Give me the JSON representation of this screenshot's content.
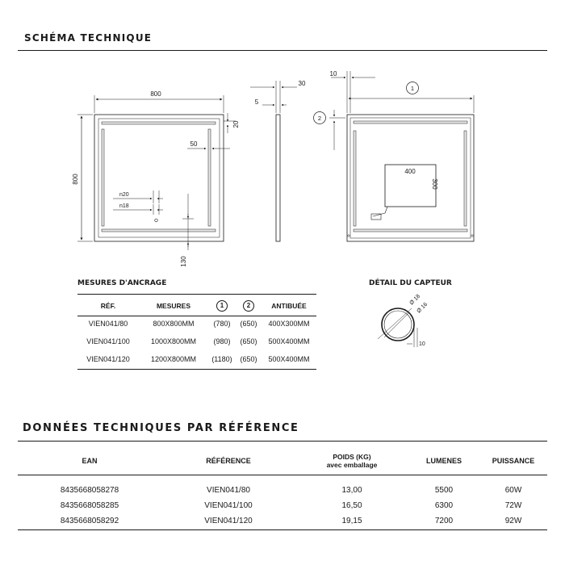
{
  "schema": {
    "title": "SCHÉMA TECHNIQUE",
    "front": {
      "width_label": "800",
      "height_label": "800",
      "top_gap_label": "20",
      "side_gap_label": "50",
      "n20_label": "n20",
      "n18_label": "n18",
      "bottom_label": "130"
    },
    "side": {
      "depth_label": "30",
      "inner_label": "5"
    },
    "back": {
      "offset_label": "10",
      "marker1": "1",
      "marker2": "2",
      "plate_w_label": "400",
      "plate_h_label": "300"
    }
  },
  "anchorage": {
    "title": "MESURES D'ANCRAGE",
    "headers": {
      "ref": "RÉF.",
      "mesures": "MESURES",
      "c1": "1",
      "c2": "2",
      "antibuee": "ANTIBUÉE"
    },
    "rows": [
      {
        "ref": "VIEN041/80",
        "mesures": "800X800MM",
        "c1": "(780)",
        "c2": "(650)",
        "antibuee": "400X300MM"
      },
      {
        "ref": "VIEN041/100",
        "mesures": "1000X800MM",
        "c1": "(980)",
        "c2": "(650)",
        "antibuee": "500X400MM"
      },
      {
        "ref": "VIEN041/120",
        "mesures": "1200X800MM",
        "c1": "(1180)",
        "c2": "(650)",
        "antibuee": "500X400MM"
      }
    ]
  },
  "sensor": {
    "title": "DÉTAIL DU CAPTEUR",
    "d18": "Ø 18",
    "d16": "Ø 16",
    "depth": "10"
  },
  "tech": {
    "title": "DONNÉES TECHNIQUES PAR RÉFÉRENCE",
    "headers": {
      "ean": "EAN",
      "reference": "RÉFÉRENCE",
      "poids": "POIDS (KG)",
      "poids_sub": "avec emballage",
      "lumenes": "LUMENES",
      "puissance": "PUISSANCE"
    },
    "rows": [
      {
        "ean": "8435668058278",
        "reference": "VIEN041/80",
        "poids": "13,00",
        "lumenes": "5500",
        "puissance": "60W"
      },
      {
        "ean": "8435668058285",
        "reference": "VIEN041/100",
        "poids": "16,50",
        "lumenes": "6300",
        "puissance": "72W"
      },
      {
        "ean": "8435668058292",
        "reference": "VIEN041/120",
        "poids": "19,15",
        "lumenes": "7200",
        "puissance": "92W"
      }
    ]
  }
}
